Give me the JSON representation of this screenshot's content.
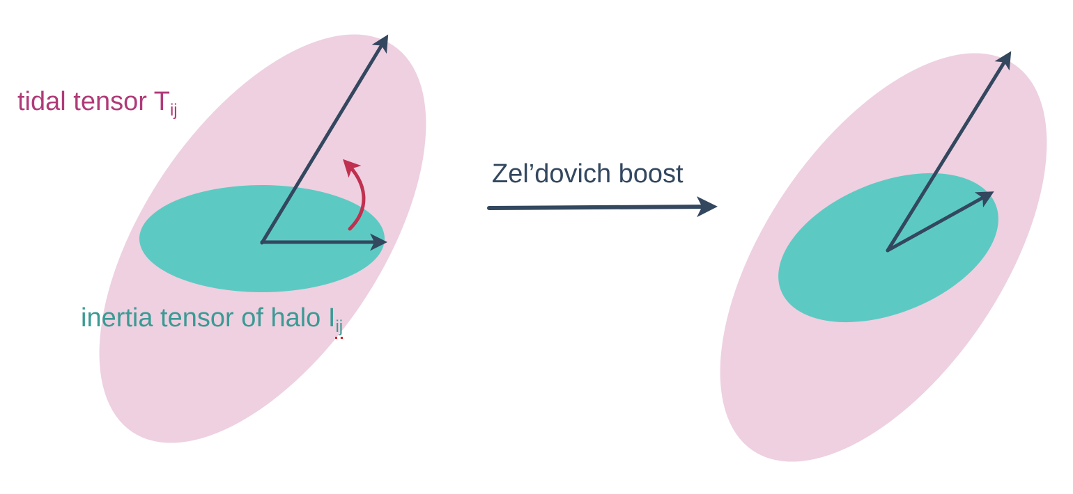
{
  "labels": {
    "tidal_text": "tidal tensor T",
    "tidal_sub": "ij",
    "inertia_text": "inertia tensor of halo I",
    "inertia_sub": "ij",
    "boost_text": "Zel’dovich boost"
  },
  "colors": {
    "tidal_ellipse": "#eed0e0",
    "halo_ellipse": "#5ccac3",
    "arrow": "#33475f",
    "rotation_arrow": "#c0304f",
    "tidal_text": "#b03a78",
    "inertia_text": "#3a9a94",
    "boost_text": "#33475f",
    "spellcheck_underline": "#d62020"
  },
  "icons": {
    "rotation": "curved-rotation-arrow-icon",
    "boost": "right-arrow-icon"
  }
}
